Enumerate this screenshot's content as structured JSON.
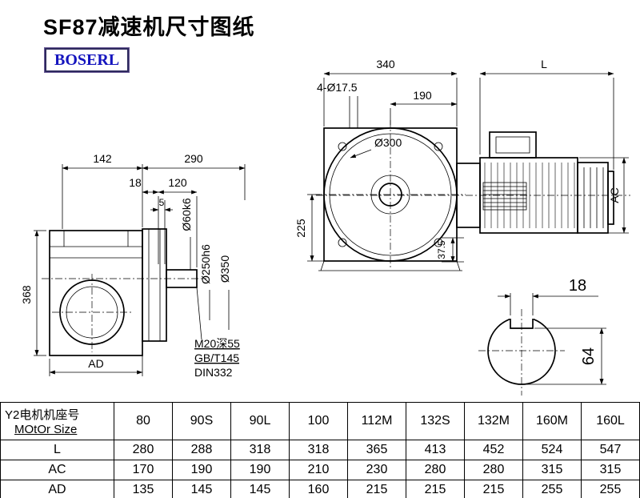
{
  "title": "SF87减速机尺寸图纸",
  "logo": "BOSERL",
  "side_view": {
    "dim_142": "142",
    "dim_290": "290",
    "dim_18": "18",
    "dim_120": "120",
    "dim_5": "5",
    "dim_shaft_dia": "Ø60k6",
    "dim_spigot_dia": "Ø250h6",
    "dim_flange_dia": "Ø350",
    "dim_368": "368",
    "dim_AD": "AD",
    "note_tap": "M20深55",
    "note_gb": "GB/T145",
    "note_din": "DIN332"
  },
  "front_view": {
    "dim_340": "340",
    "dim_L": "L",
    "dim_holes": "4-Ø17.5",
    "dim_190": "190",
    "dim_flange_circle": "Ø300",
    "dim_225": "225",
    "dim_37_5": "37.5",
    "dim_AC": "AC"
  },
  "shaft_section": {
    "dim_key_width": "18",
    "dim_key_height": "64"
  },
  "table": {
    "motor_label_cn": "Y2电机机座号",
    "motor_label_en": "MOtOr Size",
    "columns": [
      "80",
      "90S",
      "90L",
      "100",
      "112M",
      "132S",
      "132M",
      "160M",
      "160L"
    ],
    "rows": [
      {
        "label": "L",
        "values": [
          "280",
          "288",
          "318",
          "318",
          "365",
          "413",
          "452",
          "524",
          "547"
        ]
      },
      {
        "label": "AC",
        "values": [
          "170",
          "190",
          "190",
          "210",
          "230",
          "280",
          "280",
          "315",
          "315"
        ]
      },
      {
        "label": "AD",
        "values": [
          "135",
          "145",
          "145",
          "160",
          "215",
          "215",
          "215",
          "255",
          "255"
        ]
      }
    ]
  }
}
